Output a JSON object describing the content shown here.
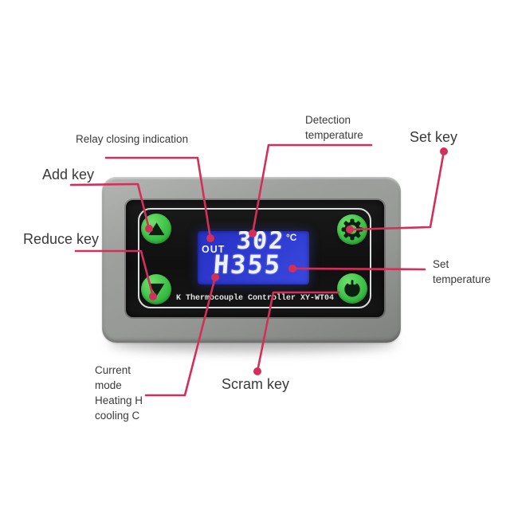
{
  "colors": {
    "accent": "#d2305a",
    "button_green": "#3cc047",
    "lcd_blue": "#2f3bd0",
    "lcd_text": "#eef2ff",
    "body_gray": "#9a9c99",
    "panel_black": "#131313"
  },
  "annotations": {
    "relay": {
      "label": "Relay closing indication"
    },
    "detection": {
      "lines": [
        "Detection",
        "temperature"
      ]
    },
    "set_key": {
      "label": "Set key"
    },
    "add_key": {
      "label": "Add key"
    },
    "reduce_key": {
      "label": "Reduce key"
    },
    "set_temperature": {
      "lines": [
        "Set",
        "temperature"
      ]
    },
    "current_mode": {
      "lines": [
        "Current",
        "mode",
        "Heating H",
        "cooling C"
      ]
    },
    "scram_key": {
      "label": "Scram key"
    }
  },
  "device": {
    "title": "K Thermocouple Controller XY-WT04",
    "lcd": {
      "out_indicator": "OUT",
      "detection_value": "302",
      "degree_unit": "°C",
      "set_value": "H355"
    },
    "buttons": {
      "add": "triangle-up-icon",
      "reduce": "triangle-down-icon",
      "set": "gear-icon",
      "scram": "power-icon"
    }
  }
}
